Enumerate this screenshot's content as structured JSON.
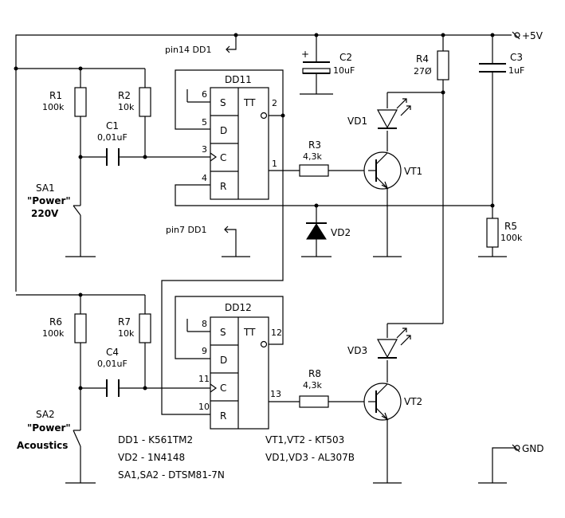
{
  "rails": {
    "vcc": "+5V",
    "gnd": "GND"
  },
  "power_refs": {
    "pin14": "pin14 DD1",
    "pin7": "pin7 DD1"
  },
  "resistors": {
    "r1": {
      "ref": "R1",
      "value": "100k"
    },
    "r2": {
      "ref": "R2",
      "value": "10k"
    },
    "r3": {
      "ref": "R3",
      "value": "4,3k"
    },
    "r4": {
      "ref": "R4",
      "value": "27Ø"
    },
    "r5": {
      "ref": "R5",
      "value": "100k"
    },
    "r6": {
      "ref": "R6",
      "value": "100k"
    },
    "r7": {
      "ref": "R7",
      "value": "10k"
    },
    "r8": {
      "ref": "R8",
      "value": "4,3k"
    }
  },
  "capacitors": {
    "c1": {
      "ref": "C1",
      "value": "0,01uF"
    },
    "c2": {
      "ref": "C2",
      "value": "10uF",
      "polarity": "+"
    },
    "c3": {
      "ref": "C3",
      "value": "1uF"
    },
    "c4": {
      "ref": "C4",
      "value": "0,01uF"
    }
  },
  "ics": {
    "dd11": {
      "ref": "DD11",
      "pins": {
        "s": "S",
        "d": "D",
        "c": "C",
        "r": "R",
        "tt": "TT"
      },
      "pin_numbers": {
        "s": "6",
        "d": "5",
        "c": "3",
        "r": "4",
        "q": "1",
        "qn": "2"
      }
    },
    "dd12": {
      "ref": "DD12",
      "pins": {
        "s": "S",
        "d": "D",
        "c": "C",
        "r": "R",
        "tt": "TT"
      },
      "pin_numbers": {
        "s": "8",
        "d": "9",
        "c": "11",
        "r": "10",
        "q": "13",
        "qn": "12"
      }
    }
  },
  "diodes": {
    "vd1": "VD1",
    "vd2": "VD2",
    "vd3": "VD3"
  },
  "transistors": {
    "vt1": "VT1",
    "vt2": "VT2"
  },
  "switches": {
    "sa1": {
      "ref": "SA1",
      "name": "\"Power\"",
      "sub": "220V"
    },
    "sa2": {
      "ref": "SA2",
      "name": "\"Power\"",
      "sub": "Acoustics"
    }
  },
  "notes": {
    "left": [
      "DD1 - K561TM2",
      "VD2 - 1N4148",
      "SA1,SA2 - DTSM81-7N"
    ],
    "right": [
      "VT1,VT2 - KT503",
      "VD1,VD3 - AL307B"
    ]
  },
  "colors": {
    "ink": "#000000",
    "paper": "#ffffff"
  }
}
